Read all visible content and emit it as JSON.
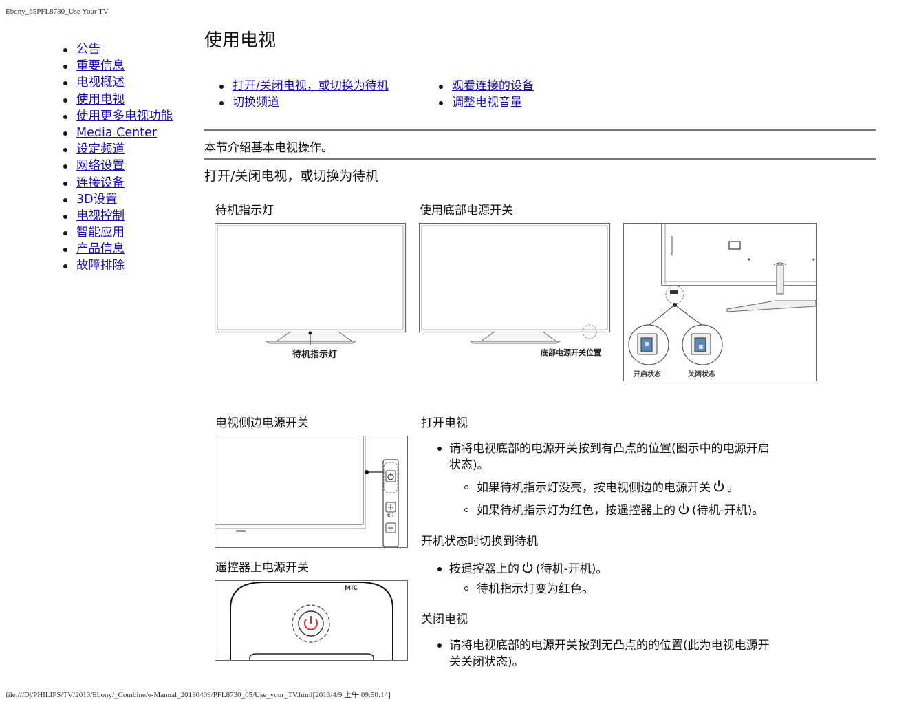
{
  "page_header": "Ebony_65PFL8730_Use Your TV",
  "page_footer": "file:///D|/PHILIPS/TV/2013/Ebony/_Combine/e-Manual_20130409/PFL8730_65/Use_your_TV.html[2013/4/9 上午 09:50:14]",
  "nav": {
    "items": [
      "公告",
      "重要信息",
      "电视概述",
      "使用电视",
      "使用更多电视功能",
      "Media Center",
      "设定频道",
      "网络设置",
      "连接设备",
      "3D设置",
      "电视控制",
      "智能应用",
      "产品信息",
      "故障排除"
    ]
  },
  "main": {
    "title": "使用电视",
    "toc_left": [
      "打开/关闭电视，或切换为待机",
      "切换频道"
    ],
    "toc_right": [
      "观看连接的设备",
      "调整电视音量"
    ],
    "intro": "本节介绍基本电视操作。",
    "section_title": "打开/关闭电视，或切换为待机",
    "captions": {
      "standby_light": "待机指示灯",
      "bottom_switch": "使用底部电源开关",
      "side_switch": "电视侧边电源开关",
      "remote_switch": "遥控器上电源开关"
    },
    "figure_labels": {
      "standby_light": "待机指示灯",
      "bottom_switch_position": "底部电源开关位置",
      "on_state": "开启状态",
      "off_state": "关闭状态",
      "ch": "CH",
      "mic": "MIC"
    },
    "turn_on": {
      "heading": "打开电视",
      "bullet": "请将电视底部的电源开关按到有凸点的位置(图示中的电源开启",
      "bullet_cont": "状态)。",
      "sub1_before": "如果待机指示灯没亮，按电视侧边的电源开关",
      "sub1_after": "。",
      "sub2_before": "如果待机指示灯为红色，按遥控器上的",
      "sub2_after": "(待机-开机)。"
    },
    "standby": {
      "heading": "开机状态时切换到待机",
      "bullet_before": "按遥控器上的",
      "bullet_after": "(待机-开机)。",
      "sub": "待机指示灯变为红色。"
    },
    "turn_off": {
      "heading": "关闭电视",
      "bullet": "请将电视底部的电源开关按到无凸点的的位置(此为电视电源开",
      "bullet_cont": "关关闭状态)。"
    },
    "icons": [
      "power-icon"
    ],
    "colors": {
      "link": "#1a0dab",
      "remote_power": "#e03030"
    }
  }
}
